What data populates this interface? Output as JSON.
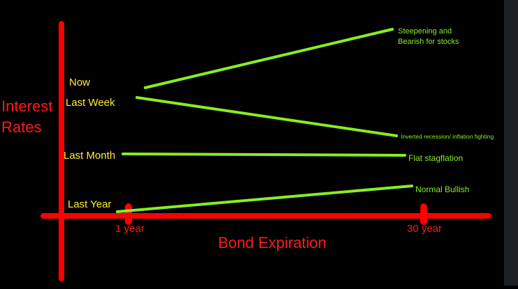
{
  "diagram": {
    "y_axis_label_line1": "Interest",
    "y_axis_label_line2": "Rates",
    "x_axis_label": "Bond Expiration",
    "tick_1_year": "1 year",
    "tick_30_year": "30 year",
    "time_labels": {
      "now": "Now",
      "last_week": "Last Week",
      "last_month": "Last Month",
      "last_year": "Last Year"
    },
    "curve_labels": {
      "steepening_line1": "Steepening and",
      "steepening_line2": "Bearish for stocks",
      "inverted": "Inverted recession/ inflation fighting",
      "flat": "Flat stagflation",
      "normal": "Normal Bullish"
    }
  },
  "colors": {
    "background": "#000000",
    "axis": "#ff0000",
    "curve": "#88ee22",
    "time_label": "#ffee33",
    "axis_text": "#ff1a1a",
    "side_strip": "#1c1f23"
  }
}
